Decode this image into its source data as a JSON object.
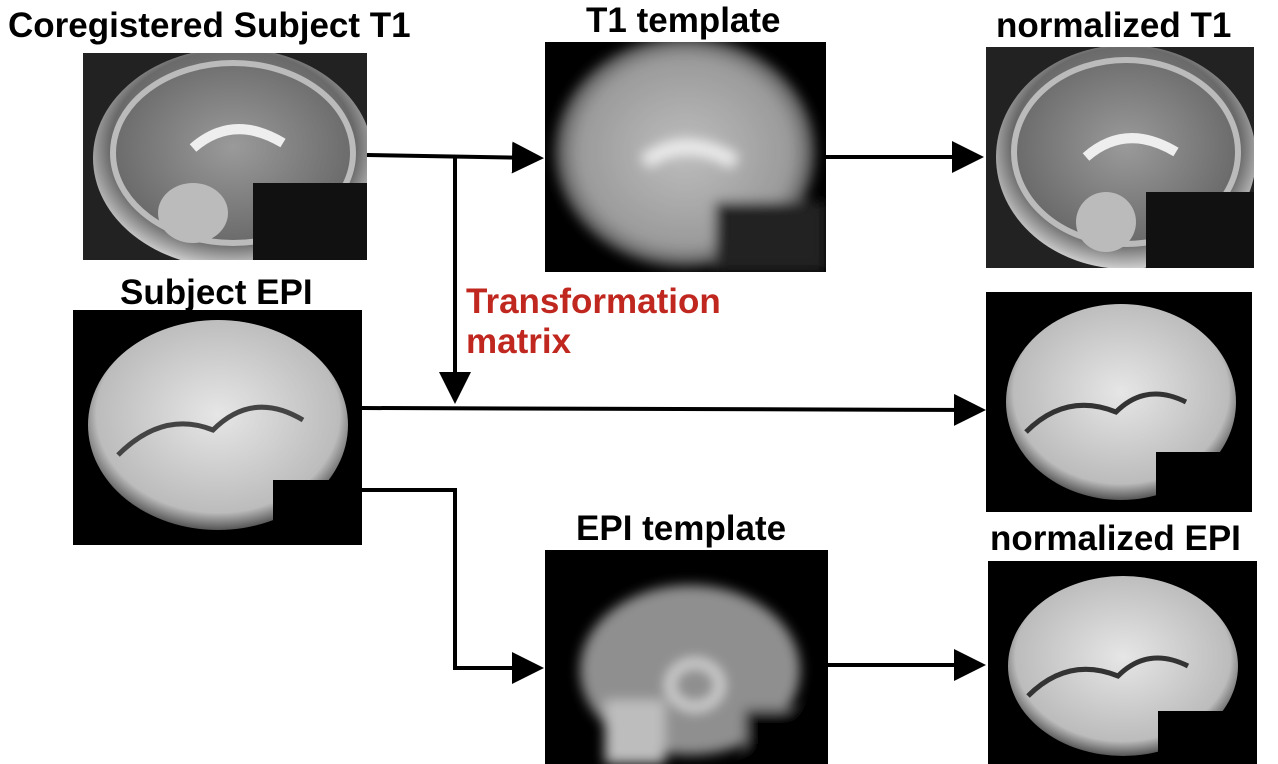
{
  "labels": {
    "coregistered_t1": "Coregistered Subject T1",
    "t1_template": "T1 template",
    "normalized_t1": "normalized T1",
    "subject_epi": "Subject EPI",
    "transformation_matrix_line1": "Transformation",
    "transformation_matrix_line2": "matrix",
    "epi_template": "EPI template",
    "normalized_epi": "normalized EPI"
  },
  "colors": {
    "arrow": "#000000",
    "highlight": "#c0281f"
  }
}
